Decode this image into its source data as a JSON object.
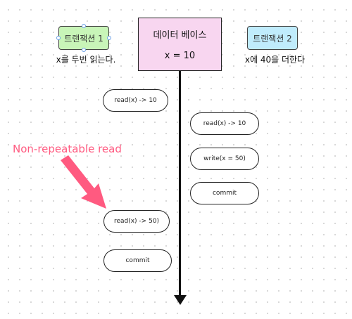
{
  "colors": {
    "transaction1_fill": "#c8f5b8",
    "transaction2_fill": "#c0ecfc",
    "database_fill": "#f8d6f0",
    "annotation": "#ff5a80",
    "selection_handle": "#6aa0e6"
  },
  "transaction1": {
    "label": "트랜잭션 1",
    "caption": "x를 두번 읽는다."
  },
  "transaction2": {
    "label": "트랜잭션 2",
    "caption": "x에 40을 더한다"
  },
  "database": {
    "title": "데이터 베이스",
    "value": "x = 10"
  },
  "operations": [
    {
      "label": "read(x) -> 10"
    },
    {
      "label": "read(x) -> 10"
    },
    {
      "label": "write(x = 50)"
    },
    {
      "label": "commit"
    },
    {
      "label": "read(x) -> 50)"
    },
    {
      "label": "commit"
    }
  ],
  "annotation": {
    "label": "Non-repeatable read"
  }
}
